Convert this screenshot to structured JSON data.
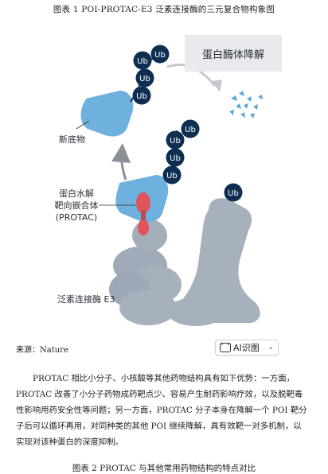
{
  "figure_caption": "图表 1 POI-PROTAC-E3 泛素连接酶的三元复合物构象图",
  "diagram": {
    "labels": {
      "degradation": "蛋白酶体降解",
      "new_substrate": "新底物",
      "protac_line1": "蛋白水解",
      "protac_line2": "靶向嵌合体",
      "protac_line3": "(PROTAC)",
      "e3": "泛素连接酶 E3"
    },
    "ub_label": "Ub",
    "colors": {
      "ub": "#0e2e52",
      "poi": "#6fb1de",
      "e3": "#a7b0bd",
      "protac": "#e0545c",
      "arrow": "#8a8f98",
      "fragments": "#5aa8de"
    }
  },
  "source": "来源：Nature",
  "ai_button": {
    "icon": "ai-icon",
    "label": "AI识图",
    "chevron": "⌄"
  },
  "paragraph_lines": [
    "PROTAC 相比小分子、小核酸等其他药物结构具有如下优势：一方面，",
    "PROTAC 改善了小分子药物成药靶点少、容易产生耐药影响疗效，以及脱靶毒",
    "性影响用药安全性等问题；另一方面，PROTAC 分子本身在降解一个 POI 靶分",
    "子后可以循环再用，对同种类的其他 POI 继续降解，具有效靶一对多机制，以",
    "实现对该种蛋白的深度抑制。"
  ],
  "table_caption": "图表 2 PROTAC 与其他常用药物结构的特点对比"
}
